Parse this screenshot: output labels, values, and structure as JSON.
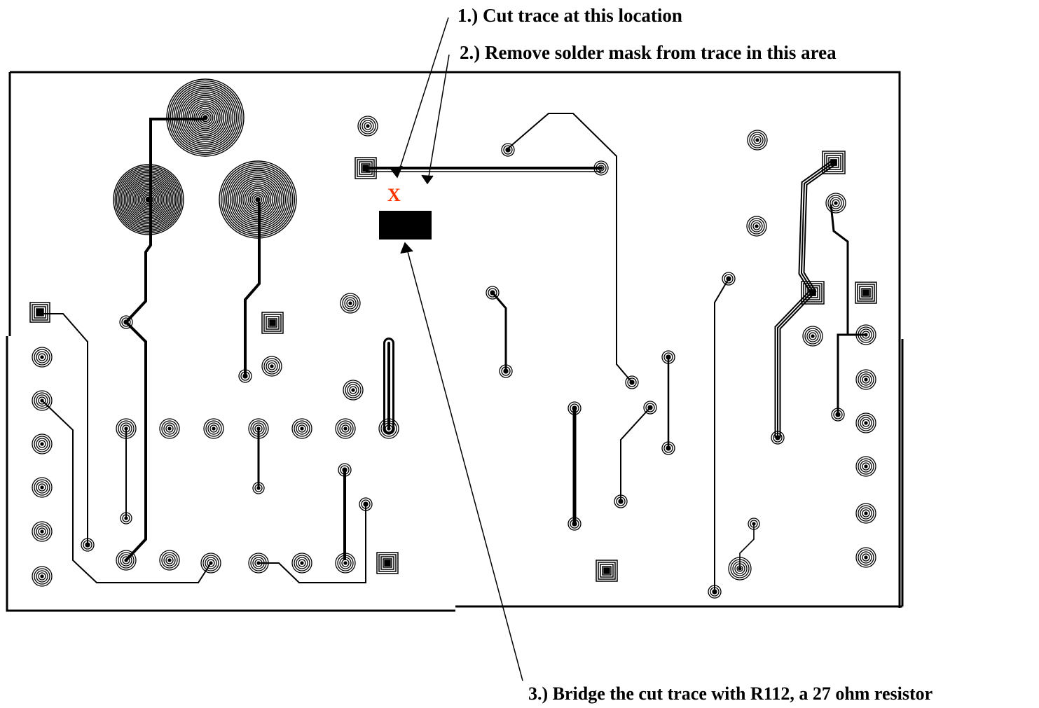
{
  "annotations": {
    "step1": "1.) Cut trace at this location",
    "step2": "2.) Remove solder mask from trace in this area",
    "step3": "3.) Bridge the cut trace with R112, a 27 ohm resistor"
  },
  "cut_marker": {
    "text": "X",
    "color": "#ff3300"
  },
  "colors": {
    "trace": "#000000",
    "background": "#ffffff",
    "resistor_pad": "#000000"
  }
}
